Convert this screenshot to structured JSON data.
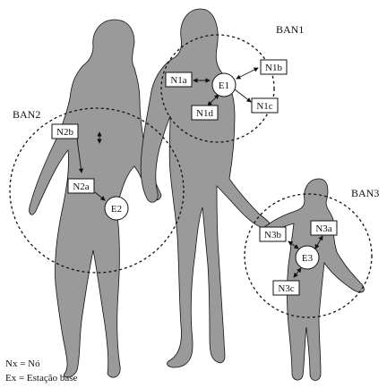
{
  "bans": [
    {
      "label": "BAN1"
    },
    {
      "label": "BAN2"
    },
    {
      "label": "BAN3"
    }
  ],
  "stations": [
    {
      "label": "E1"
    },
    {
      "label": "E2"
    },
    {
      "label": "E3"
    }
  ],
  "nodes": [
    {
      "label": "N1a"
    },
    {
      "label": "N1b"
    },
    {
      "label": "N1c"
    },
    {
      "label": "N1d"
    },
    {
      "label": "N2a"
    },
    {
      "label": "N2b"
    },
    {
      "label": "N3a"
    },
    {
      "label": "N3b"
    },
    {
      "label": "N3c"
    }
  ],
  "legend": {
    "line1": "Nx = Nó",
    "line2": "Ex = Estação base"
  },
  "colors": {
    "silhouette": "#9a9a9a",
    "outline": "#111111"
  }
}
